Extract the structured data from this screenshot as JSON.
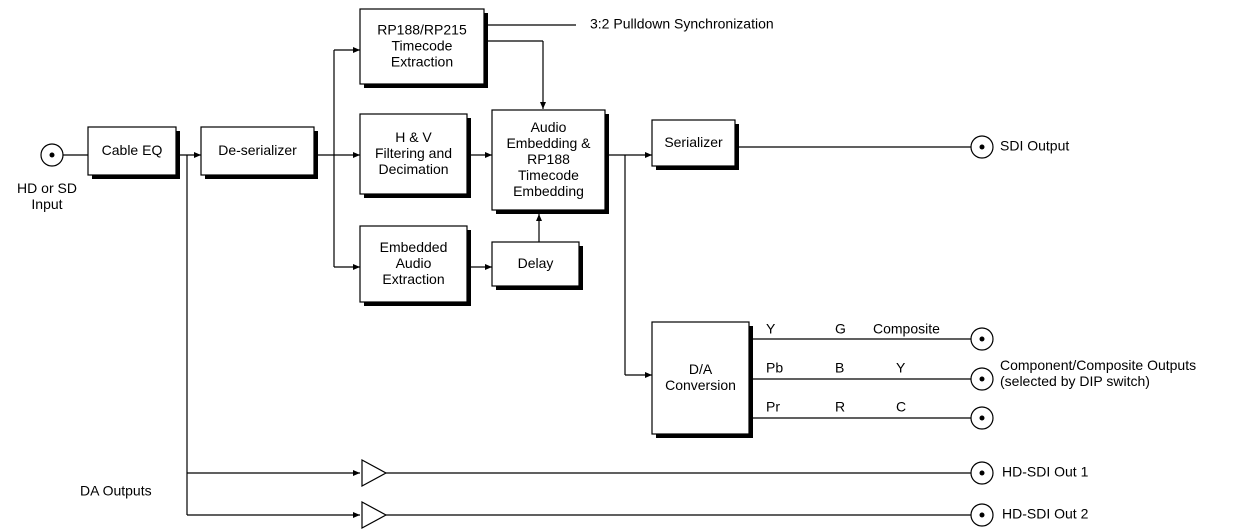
{
  "blocks": {
    "cable_eq": [
      "Cable EQ"
    ],
    "deserializer": [
      "De-serializer"
    ],
    "timecode_extraction": [
      "RP188/RP215",
      "Timecode",
      "Extraction"
    ],
    "hv_filtering": [
      "H & V",
      "Filtering and",
      "Decimation"
    ],
    "audio_embedding": [
      "Audio",
      "Embedding &",
      "RP188",
      "Timecode",
      "Embedding"
    ],
    "embedded_audio_extraction": [
      "Embedded",
      "Audio",
      "Extraction"
    ],
    "delay": [
      "Delay"
    ],
    "serializer": [
      "Serializer"
    ],
    "da_conversion": [
      "D/A",
      "Conversion"
    ]
  },
  "labels": {
    "input": [
      "HD or SD",
      "Input"
    ],
    "pulldown": "3:2 Pulldown Synchronization",
    "sdi_output": "SDI Output",
    "component_outputs": [
      "Component/Composite Outputs",
      "(selected by DIP switch)"
    ],
    "da_outputs": "DA Outputs",
    "hd_sdi_out_1": "HD-SDI Out 1",
    "hd_sdi_out_2": "HD-SDI Out 2"
  },
  "signal_rows": [
    [
      "Y",
      "G",
      "Composite"
    ],
    [
      "Pb",
      "B",
      "Y"
    ],
    [
      "Pr",
      "R",
      "C"
    ]
  ]
}
